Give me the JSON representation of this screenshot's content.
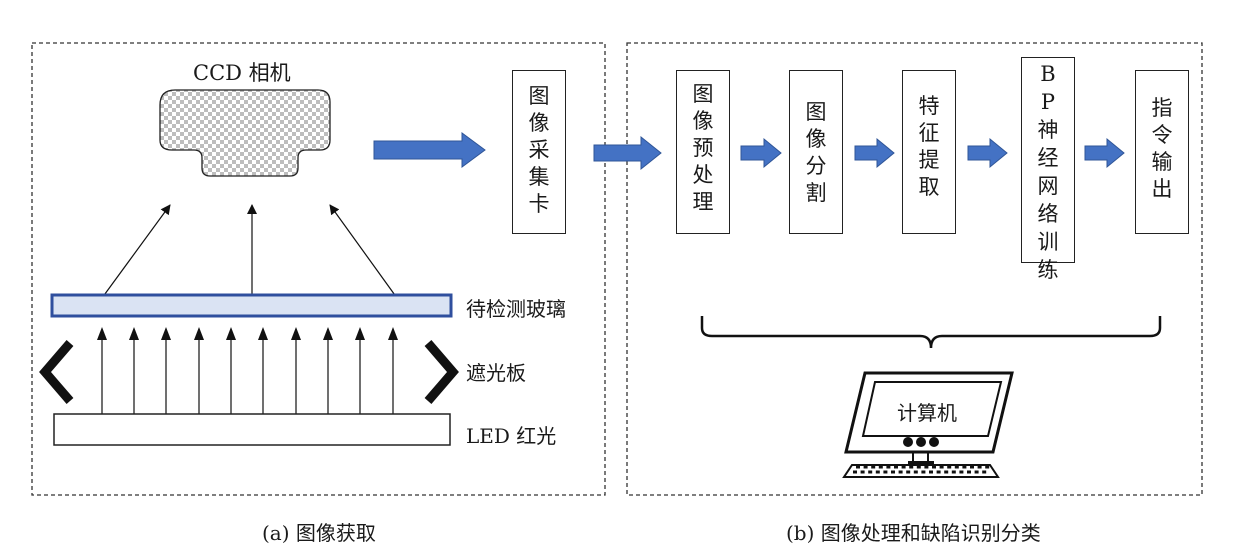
{
  "camera": {
    "label": "CCD 相机"
  },
  "acquisition_card": {
    "label": "图像采集卡"
  },
  "glass": {
    "label": "待检测玻璃"
  },
  "shield": {
    "label": "遮光板"
  },
  "light": {
    "label": "LED 红光"
  },
  "process_steps": [
    {
      "label": "图像预处理"
    },
    {
      "label": "图像分割"
    },
    {
      "label": "特征提取"
    },
    {
      "label": "BP神经网络训练"
    },
    {
      "label": "指令输出"
    }
  ],
  "computer": {
    "label": "计算机"
  },
  "captions": {
    "a": "(a) 图像获取",
    "b": "(b) 图像处理和缺陷识别分类"
  },
  "colors": {
    "arrow_blue": "#4472c4",
    "arrow_blue_dark": "#2f5597",
    "glass_fill": "#dae3f3",
    "glass_border": "#2f4f9e",
    "checker_a": "#ffffff",
    "checker_b": "#bdbdbd"
  }
}
